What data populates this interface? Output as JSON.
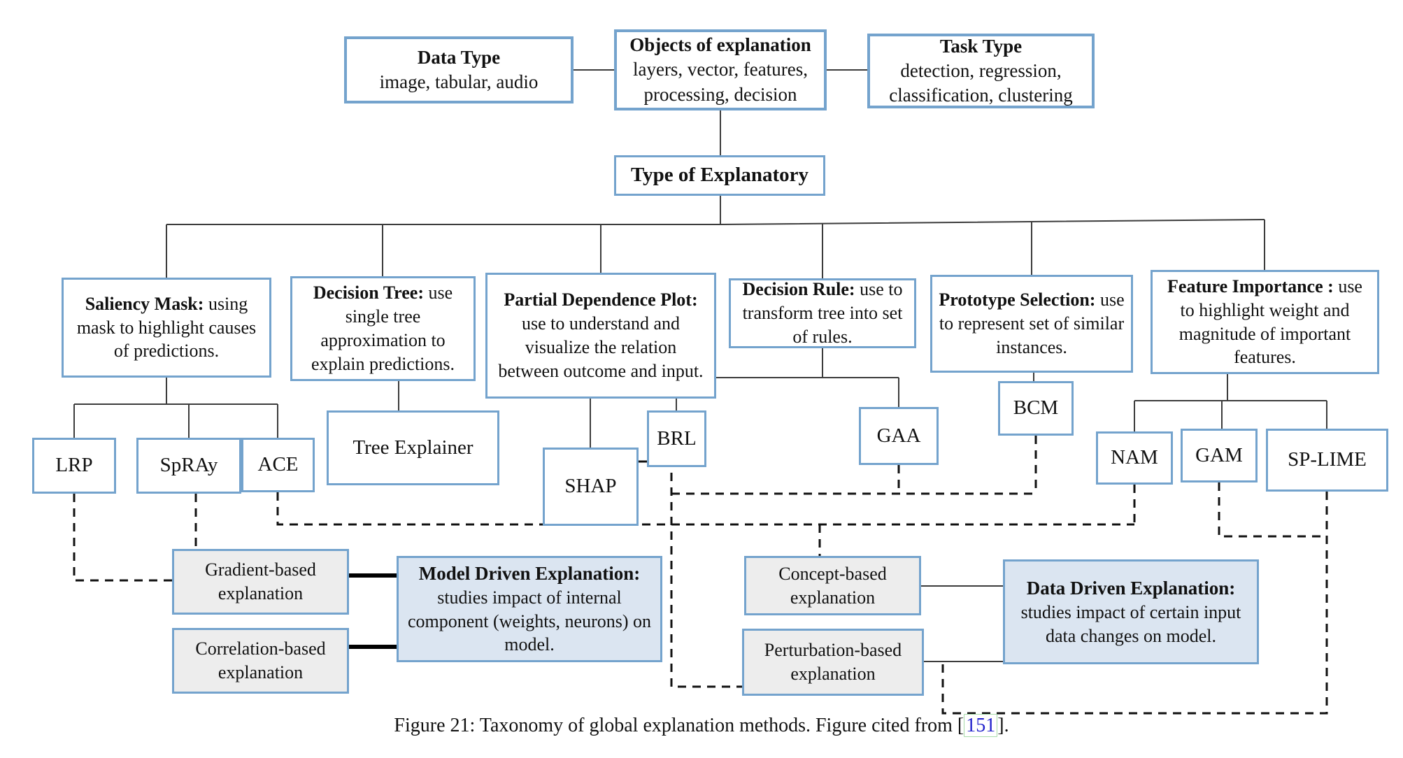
{
  "colors": {
    "box_border": "#74a3cd",
    "blue_fill": "#dbe5f1",
    "grey_fill": "#ededed",
    "citation_link": "#2323cc",
    "citation_box_border": "#a8dcaa"
  },
  "top_row": {
    "data_type": {
      "title": "Data Type",
      "body": "image, tabular, audio"
    },
    "objects": {
      "title": "Objects of explanation",
      "body": "layers, vector, features, processing, decision"
    },
    "task_type": {
      "title": "Task Type",
      "body": "detection, regression, classification, clustering"
    }
  },
  "root": {
    "label": "Type of Explanatory"
  },
  "categories": {
    "saliency": {
      "title": "Saliency Mask:",
      "body": "using mask to highlight causes of predictions."
    },
    "decision_tree": {
      "title": "Decision Tree:",
      "body": "use single tree approximation to explain predictions."
    },
    "pdp": {
      "title": "Partial Dependence Plot:",
      "body": "use to understand and visualize the relation between outcome and input."
    },
    "decision_rule": {
      "title": "Decision Rule:",
      "body": "use to transform tree into set of rules."
    },
    "prototype": {
      "title": "Prototype Selection:",
      "body": "use to represent set of similar instances."
    },
    "feature_importance": {
      "title": "Feature Importance :",
      "body": "use to highlight weight and magnitude of important features."
    }
  },
  "methods": {
    "lrp": "LRP",
    "spray": "SpRAy",
    "ace": "ACE",
    "tree_explainer": "Tree Explainer",
    "shap": "SHAP",
    "brl": "BRL",
    "gaa": "GAA",
    "bcm": "BCM",
    "nam": "NAM",
    "gam": "GAM",
    "sp_lime": "SP-LIME"
  },
  "bottom": {
    "gradient": "Gradient-based explanation",
    "correlation": "Correlation-based explanation",
    "concept": "Concept-based explanation",
    "perturbation": "Perturbation-based explanation",
    "model_driven": {
      "title": "Model Driven Explanation:",
      "body": "studies impact of internal component (weights, neurons) on model."
    },
    "data_driven": {
      "title": "Data Driven Explanation:",
      "body": "studies impact of certain input data changes on model."
    }
  },
  "caption": {
    "prefix": "Figure 21: Taxonomy of global explanation methods. Figure cited from [",
    "ref": "151",
    "suffix": "]."
  }
}
